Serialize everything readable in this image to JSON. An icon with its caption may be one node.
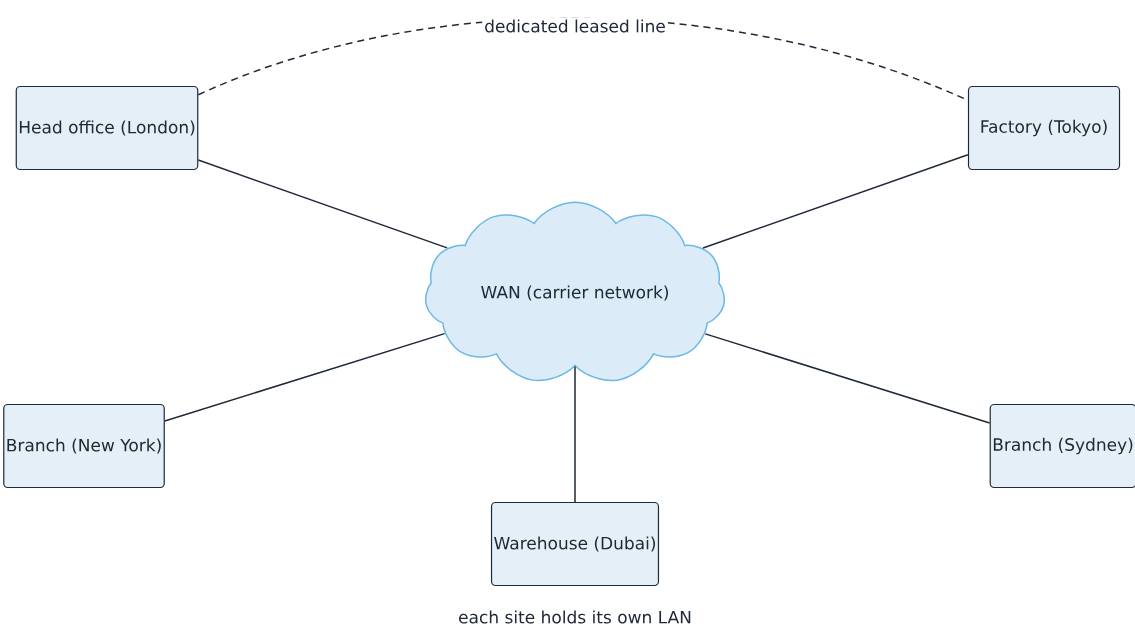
{
  "diagram": {
    "caption": "each site holds its own LAN",
    "nodes": [
      {
        "text": [
          "Head office (London)"
        ]
      },
      {
        "text": [
          "Factory (Tokyo)"
        ]
      },
      {
        "text": [
          "WAN (carrier network)"
        ]
      },
      {
        "text": [
          "Branch (New York)"
        ]
      },
      {
        "text": [
          "Branch (Sydney)"
        ]
      },
      {
        "text": [
          "Warehouse (Dubai)"
        ]
      }
    ],
    "edges": [
      {
        "from": 0,
        "to": 1,
        "arrow": "none",
        "style": "dashed",
        "label": "dedicated leased line"
      },
      {
        "from": 0,
        "to": 2,
        "arrow": "none"
      },
      {
        "from": 1,
        "to": 2,
        "arrow": "none"
      },
      {
        "from": 3,
        "to": 2,
        "arrow": "none"
      },
      {
        "from": 4,
        "to": 2,
        "arrow": "none"
      },
      {
        "from": 5,
        "to": 2,
        "arrow": "none"
      }
    ]
  }
}
